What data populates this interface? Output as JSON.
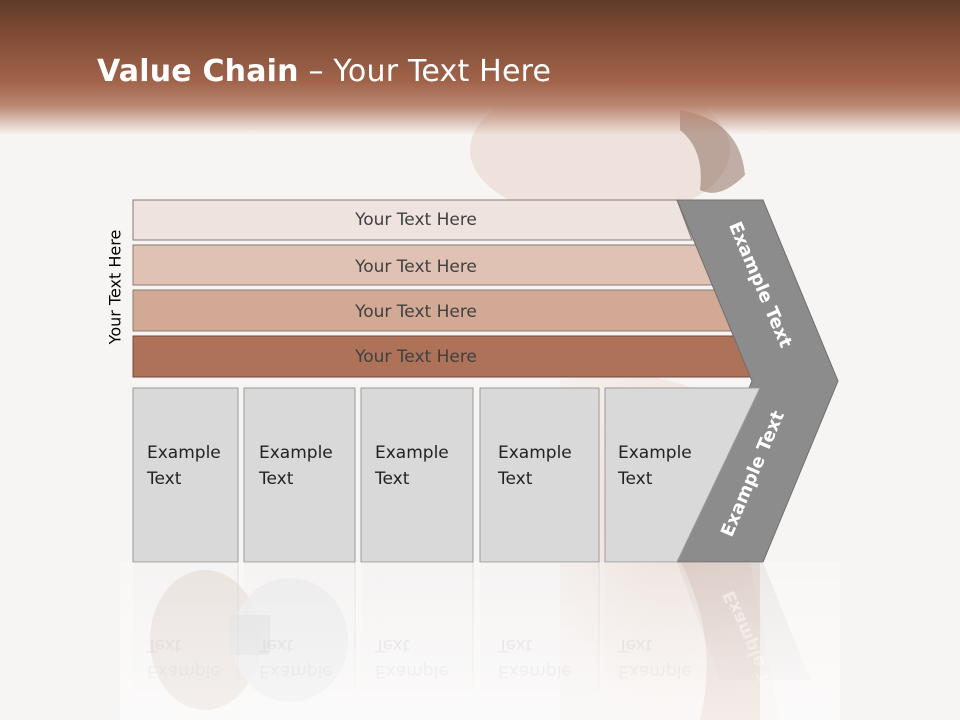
{
  "slide": {
    "title_bold": "Value Chain",
    "title_rest": " – Your Text Here",
    "side_label": "Your Text Here"
  },
  "bars": [
    {
      "label": "Your Text Here",
      "color": "#efe3df"
    },
    {
      "label": "Your Text Here",
      "color": "#e0c2b5"
    },
    {
      "label": "Your Text Here",
      "color": "#d1a994"
    },
    {
      "label": "Your Text Here",
      "color": "#ae7258"
    }
  ],
  "boxes": [
    {
      "line1": "Example",
      "line2": "Text"
    },
    {
      "line1": "Example",
      "line2": "Text"
    },
    {
      "line1": "Example",
      "line2": "Text"
    },
    {
      "line1": "Example",
      "line2": "Text"
    },
    {
      "line1": "Example",
      "line2": "Text"
    }
  ],
  "chevron": {
    "upper_label": "Example Text",
    "lower_label": "Example Text",
    "color": "#8c8c8c"
  },
  "colors": {
    "header": "#a0634a",
    "box_fill": "#d9d9d9"
  }
}
